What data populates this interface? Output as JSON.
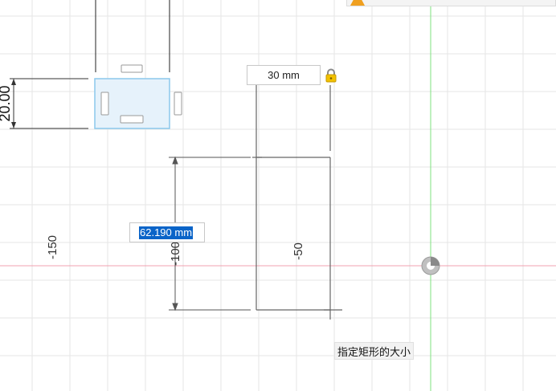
{
  "sketch": {
    "width_dimension_value": "30 mm",
    "height_dimension_value": "62.190 mm",
    "existing_dimension_label": "20.00",
    "axis_label_neg150": "-150",
    "axis_label_neg100": "-100",
    "axis_label_neg50": "-50",
    "tooltip": "指定矩形的大小"
  },
  "icons": {
    "lock": "lock-icon",
    "warning": "warning-icon",
    "origin": "origin-icon"
  },
  "colors": {
    "grid": "#e4e4e4",
    "x_axis": "#f2a0b0",
    "y_axis": "#7ee27e",
    "selection_fill": "#e6f2fb",
    "selection_border": "#8cc8ec",
    "text_selection": "#0a64c8"
  }
}
